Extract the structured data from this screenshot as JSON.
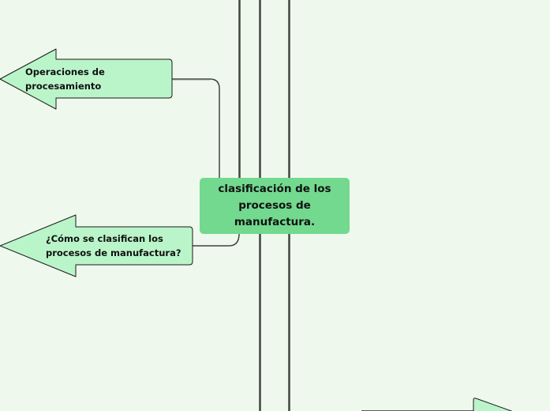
{
  "map": {
    "background": "#eff8ec",
    "central_topic": {
      "label": "clasificación de los procesos de manufactura.",
      "color": "#72d98f"
    },
    "subtopics": [
      {
        "line1": "Operaciones de",
        "line2": "procesamiento",
        "shape": "left-arrow",
        "color": "#b9f5c9"
      },
      {
        "line1": "¿Cómo se clasifican los",
        "line2": "procesos de manufactura?",
        "shape": "left-arrow",
        "color": "#b9f5c9"
      },
      {
        "line1": "",
        "line2": "",
        "shape": "right-arrow",
        "color": "#b9f5c9"
      }
    ],
    "connector_color": "#3f4440"
  }
}
